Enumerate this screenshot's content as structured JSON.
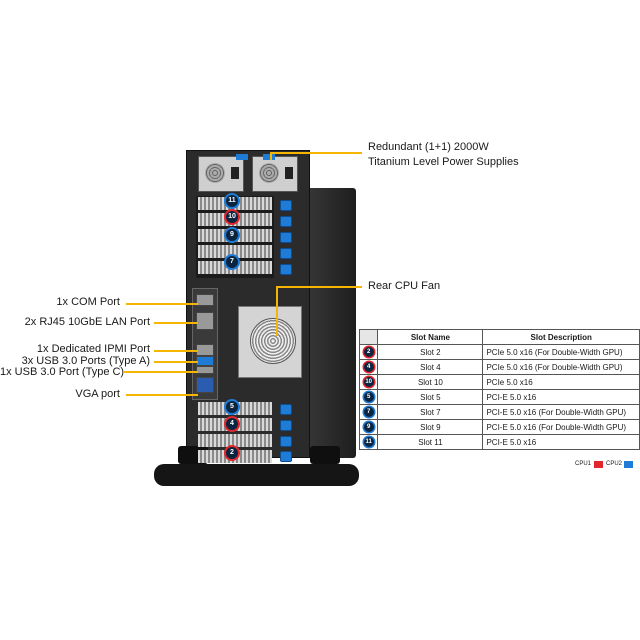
{
  "callouts": {
    "psu_line1": "Redundant (1+1) 2000W",
    "psu_line2": "Titanium Level Power Supplies",
    "rear_fan": "Rear CPU Fan",
    "com_port": "1x COM Port",
    "lan_port": "2x RJ45 10GbE LAN Port",
    "ipmi_port": "1x Dedicated IPMI Port",
    "usb_a": "3x USB 3.0 Ports (Type A)",
    "usb_c": "1x USB 3.0 Port (Type C)",
    "vga": "VGA port"
  },
  "table": {
    "headers": [
      "",
      "Slot Name",
      "Slot Description"
    ],
    "rows": [
      {
        "badge": "2",
        "cpu": "CPU1",
        "name": "Slot 2",
        "desc": "PCIe 5.0 x16 (For Double-Width GPU)"
      },
      {
        "badge": "4",
        "cpu": "CPU1",
        "name": "Slot 4",
        "desc": "PCIe 5.0 x16 (For Double-Width GPU)"
      },
      {
        "badge": "10",
        "cpu": "CPU1",
        "name": "Slot 10",
        "desc": "PCIe 5.0 x16"
      },
      {
        "badge": "5",
        "cpu": "CPU2",
        "name": "Slot 5",
        "desc": "PCI-E 5.0 x16"
      },
      {
        "badge": "7",
        "cpu": "CPU2",
        "name": "Slot 7",
        "desc": "PCI-E 5.0 x16 (For Double-Width GPU)"
      },
      {
        "badge": "9",
        "cpu": "CPU2",
        "name": "Slot 9",
        "desc": "PCI-E 5.0 x16 (For Double-Width GPU)"
      },
      {
        "badge": "11",
        "cpu": "CPU2",
        "name": "Slot 11",
        "desc": "PCI-E 5.0 x16"
      }
    ]
  },
  "legend": {
    "cpu1_label": "CPU1",
    "cpu2_label": "CPU2",
    "cpu1_color": "#e3262b",
    "cpu2_color": "#1e7bd6"
  },
  "chassis_badges": {
    "b11": "11",
    "b10": "10",
    "b9": "9",
    "b7": "7",
    "b5": "5",
    "b4": "4",
    "b2": "2"
  },
  "colors": {
    "callout_line": "#f5b500",
    "cpu1": "#e3262b",
    "cpu2": "#1e7bd6"
  }
}
